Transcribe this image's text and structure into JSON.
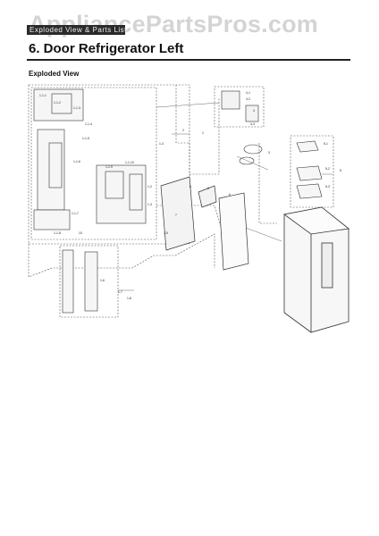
{
  "watermark": "AppliancePartsPros.com",
  "header": "Exploded View & Parts List",
  "section_title": "6.  Door Refrigerator Left",
  "subsection": "Exploded View",
  "callouts": {
    "c1": "1-1-1",
    "c2": "1-1-2",
    "c3": "1-1-3",
    "c4": "1-1-4",
    "c5": "1-1-5",
    "c6": "1-1-6",
    "c7": "1-1-7",
    "c8": "1-1-8",
    "c9": "1-1-9",
    "c10": "1-1-10",
    "c11": "1-2",
    "c12": "1-3",
    "c13": "1-4",
    "c14": "1-5",
    "c15": "1-6",
    "c16": "1-7",
    "c17": "1-8",
    "c18": "1",
    "c19": "2",
    "c20": "3",
    "c21": "4",
    "c22": "4-1",
    "c23": "4-2",
    "c24": "4-3",
    "c25": "5",
    "c26": "5-1",
    "c27": "5-2",
    "c28": "5-3",
    "c29": "6",
    "c30": "7",
    "c31": "8",
    "c32": "9",
    "c33": "10"
  }
}
